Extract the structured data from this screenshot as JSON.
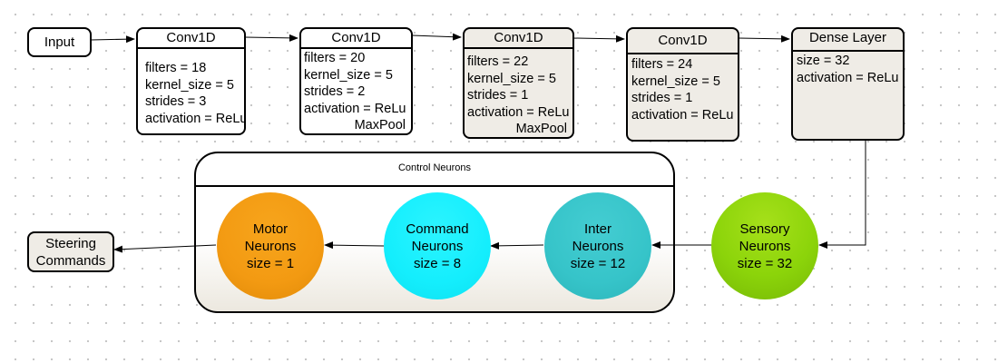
{
  "input_label": "Input",
  "layers": [
    {
      "title": "Conv1D",
      "lines": [
        "filters = 18",
        "kernel_size = 5",
        "strides = 3",
        "activation = ReLu"
      ],
      "extra": ""
    },
    {
      "title": "Conv1D",
      "lines": [
        "filters = 20",
        "kernel_size = 5",
        "strides = 2",
        "activation = ReLu"
      ],
      "extra": "MaxPool"
    },
    {
      "title": "Conv1D",
      "lines": [
        "filters = 22",
        "kernel_size = 5",
        "strides = 1",
        "activation = ReLu"
      ],
      "extra": "MaxPool"
    },
    {
      "title": "Conv1D",
      "lines": [
        "filters = 24",
        "kernel_size = 5",
        "strides = 1",
        "activation = ReLu"
      ],
      "extra": ""
    },
    {
      "title": "Dense Layer",
      "lines": [
        "size = 32",
        "activation = ReLu"
      ],
      "extra": ""
    }
  ],
  "control_group_label": "Control Neurons",
  "neurons": {
    "motor": {
      "name": "Motor",
      "kind": "Neurons",
      "size": "size = 1",
      "color": "#f29a10"
    },
    "command": {
      "name": "Command",
      "kind": "Neurons",
      "size": "size = 8",
      "color": "#16f0ff"
    },
    "inter": {
      "name": "Inter",
      "kind": "Neurons",
      "size": "size = 12",
      "color": "#36c4c9"
    },
    "sensory": {
      "name": "Sensory",
      "kind": "Neurons",
      "size": "size = 32",
      "color": "#8cd40a"
    }
  },
  "output_label_line1": "Steering",
  "output_label_line2": "Commands"
}
